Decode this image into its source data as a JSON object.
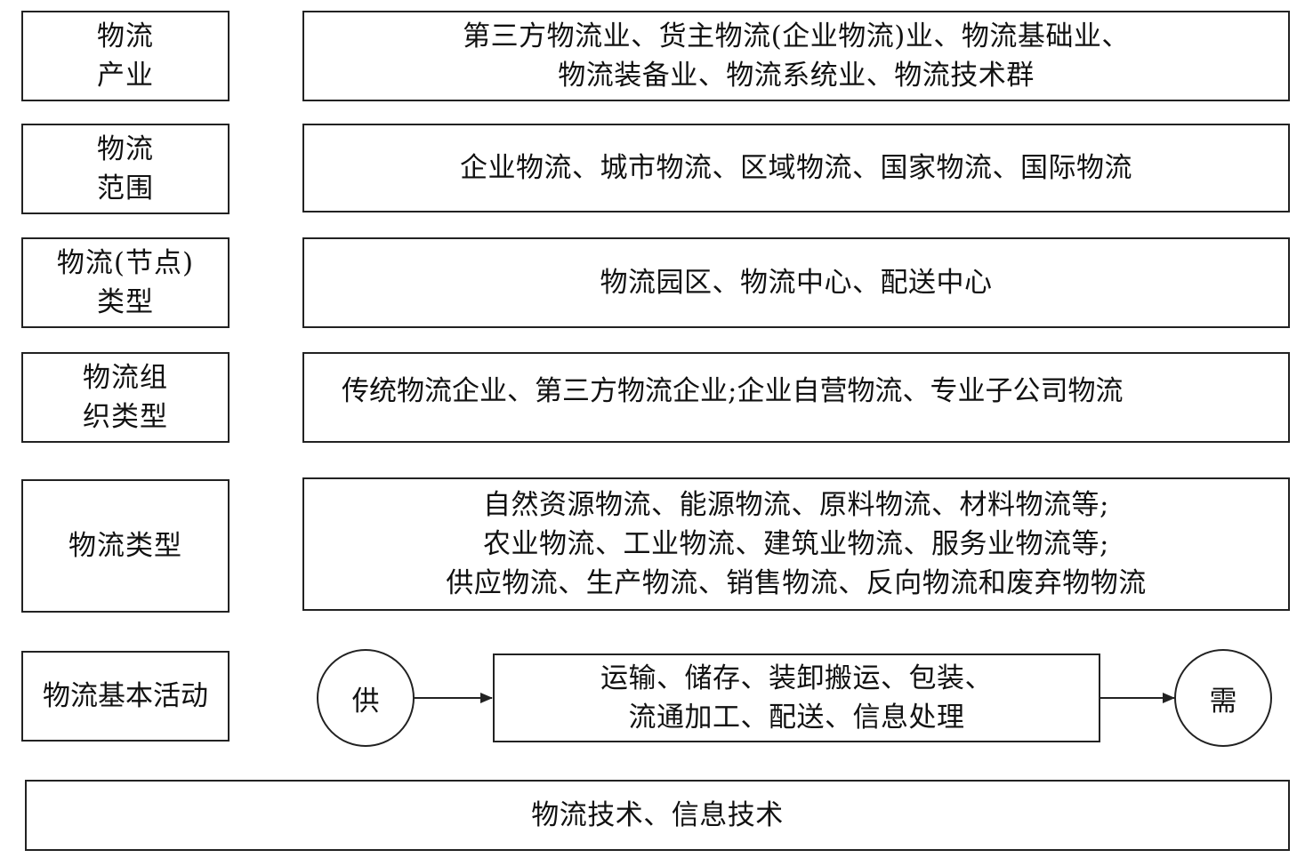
{
  "rows": [
    {
      "label": [
        "物流",
        "产业"
      ],
      "content": [
        "第三方物流业、货主物流(企业物流)业、物流基础业、",
        "物流装备业、物流系统业、物流技术群"
      ]
    },
    {
      "label": [
        "物流",
        "范围"
      ],
      "content": [
        "企业物流、城市物流、区域物流、国家物流、国际物流"
      ]
    },
    {
      "label": [
        "物流(节点)",
        "类型"
      ],
      "content": [
        "物流园区、物流中心、配送中心"
      ]
    },
    {
      "label": [
        "物流组",
        "织类型"
      ],
      "content": [
        "传统物流企业、第三方物流企业;企业自营物流、专业子公司物流"
      ]
    },
    {
      "label": [
        "物流类型"
      ],
      "content": [
        "自然资源物流、能源物流、原料物流、材料物流等;",
        "农业物流、工业物流、建筑业物流、服务业物流等;",
        "供应物流、生产物流、销售物流、反向物流和废弃物物流"
      ]
    }
  ],
  "activity": {
    "label": "物流基本活动",
    "supply": "供",
    "demand": "需",
    "content": [
      "运输、储存、装卸搬运、包装、",
      "流通加工、配送、信息处理"
    ]
  },
  "footer": "物流技术、信息技术"
}
